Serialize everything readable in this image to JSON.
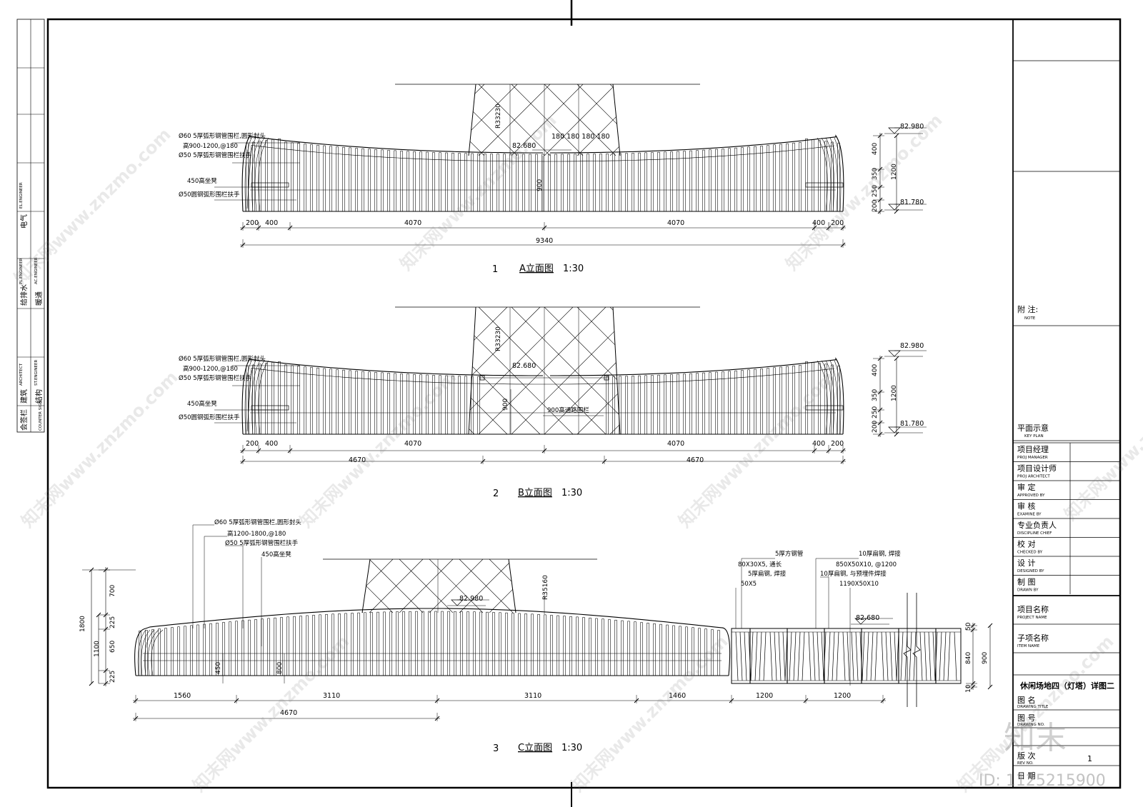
{
  "titleblock": {
    "note_cn": "附  注:",
    "note_en": "NOTE",
    "key_plan_cn": "平面示意",
    "key_plan_en": "KEY PLAN",
    "roles": [
      {
        "cn": "项目经理",
        "en": "PROJ MANAGER"
      },
      {
        "cn": "项目设计师",
        "en": "PROJ ARCHITECT"
      },
      {
        "cn": "审    定",
        "en": "APPROVED BY"
      },
      {
        "cn": "审    核",
        "en": "EXAMINE BY"
      },
      {
        "cn": "专业负责人",
        "en": "DISCIPLINE CHIEF"
      },
      {
        "cn": "校    对",
        "en": "CHECKED BY"
      },
      {
        "cn": "设    计",
        "en": "DESIGNED BY"
      },
      {
        "cn": "制    图",
        "en": "DRAWN BY"
      }
    ],
    "project_name_cn": "项目名称",
    "project_name_en": "PROJECT NAME",
    "item_name_cn": "子项名称",
    "item_name_en": "ITEM NAME",
    "drawing_title_value": "休闲场地四（灯塔）详图二",
    "drawing_title_cn": "图    名",
    "drawing_title_en": "DRAWING TITLE",
    "drawing_no_cn": "图    号",
    "drawing_no_en": "DRAWING NO.",
    "rev_cn": "版    次",
    "rev_en": "REV NO.",
    "rev_value": "1",
    "date_cn": "日    期"
  },
  "countersign": {
    "rows": [
      {
        "cn": "电气",
        "en": "EL.ENGINEER"
      },
      {
        "cn": "给排水",
        "en": "PL.ENGINEER"
      },
      {
        "cn": "暖通",
        "en": "AC.ENGINEER"
      },
      {
        "cn": "建筑",
        "en": "ARCHITECT"
      },
      {
        "cn": "结构",
        "en": "ST.ENGINEER"
      },
      {
        "cn": "会签栏",
        "en": "COUNTER SIGN"
      }
    ]
  },
  "elevations": [
    {
      "number": "1",
      "title": "A立面图",
      "scale": "1:30",
      "annotations": [
        "Ø60 5厚弧形钢管围栏,圆形封头",
        "高900-1200,@180",
        "Ø50 5厚弧形钢管围栏扶手",
        "450高坐凳",
        "Ø50圆钢弧形围栏扶手"
      ],
      "elev_top": "82.980",
      "elev_bottom": "81.780",
      "elev_mid": "82.680",
      "radius": "R33230",
      "spacing": "180 180 180 180",
      "center_dim": "900",
      "v_dims": [
        "400",
        "350",
        "250",
        "200"
      ],
      "v_total": "1200",
      "h_dims": [
        "200",
        "400",
        "4070",
        "4070",
        "400",
        "200"
      ],
      "h_total": [
        "9340"
      ]
    },
    {
      "number": "2",
      "title": "B立面图",
      "scale": "1:30",
      "annotations": [
        "Ø60 5厚弧形钢管围栏,圆形封头",
        "高900-1200,@180",
        "Ø50 5厚弧形钢管围栏扶手",
        "450高坐凳",
        "Ø50圆钢弧形围栏扶手"
      ],
      "elev_top": "82.980",
      "elev_bottom": "81.780",
      "elev_mid": "82.680",
      "radius": "R33230",
      "center_dim": "900",
      "gate_label": "900高通路围栏",
      "v_dims": [
        "400",
        "350",
        "250",
        "200"
      ],
      "v_total": "1200",
      "h_dims": [
        "200",
        "400",
        "4070",
        "4070",
        "400",
        "200"
      ],
      "h_total": [
        "4670",
        "4670"
      ]
    },
    {
      "number": "3",
      "title": "C立面图",
      "scale": "1:30",
      "annotations": [
        "Ø60 5厚弧形钢管围栏,圆形封头",
        "高1200-1800,@180",
        "Ø50 5厚弧形钢管围栏扶手",
        "450高坐凳"
      ],
      "right_annotations": [
        "5厚方钢管",
        "80X30X5, 通长",
        "5厚扁钢, 焊接",
        "50X5",
        "10厚扁钢, 焊接",
        "850X50X10, @1200",
        "10厚扁钢, 与预埋件焊接",
        "1190X50X10"
      ],
      "elev_top": "82.980",
      "elev_mid": "82.680",
      "radius": "R35160",
      "left_v_dims": [
        "700",
        "225",
        "650",
        "225"
      ],
      "left_v_totals": [
        "1800",
        "1100"
      ],
      "inner_v_dims": [
        "450",
        "800"
      ],
      "right_v_dims": [
        "50",
        "840",
        "10"
      ],
      "right_v_total": "900",
      "h_dims": [
        "1560",
        "3110",
        "3110",
        "1460",
        "1200",
        "1200"
      ],
      "h_total": [
        "4670"
      ]
    }
  ],
  "watermarks": {
    "text": "知末网www.znzmo.com",
    "brand": "知末",
    "id": "ID: 1125215900"
  }
}
